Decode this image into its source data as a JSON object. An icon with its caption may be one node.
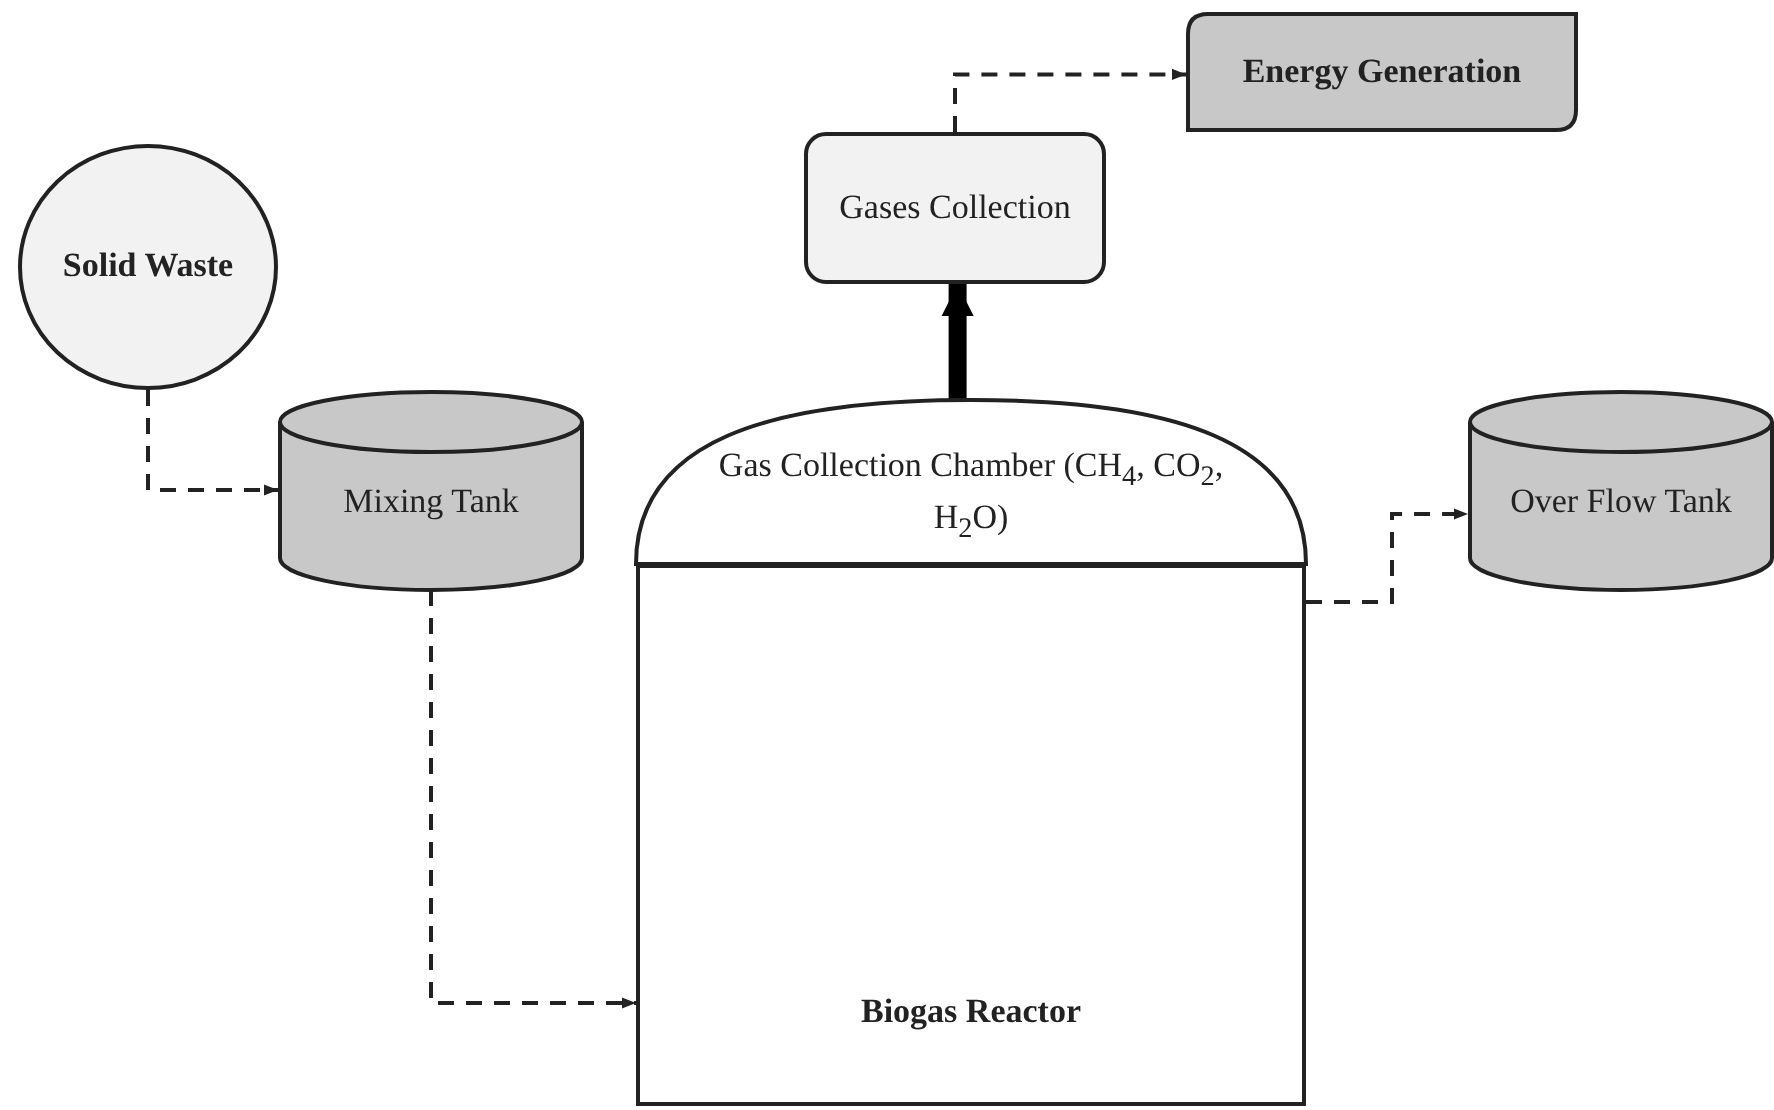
{
  "diagram": {
    "nodes": [
      {
        "text": [
          "Solid Waste"
        ]
      },
      {
        "text": [
          "Mixing Tank"
        ]
      },
      {
        "text": [
          "Gases Collection"
        ]
      },
      {
        "text": [
          "Energy Generation"
        ]
      },
      {
        "text": [
          "Gas Collection Chamber (CH$_{4}$, CO$_{2}$, H$_{2}$O)"
        ]
      },
      {
        "text": [
          "Over Flow Tank"
        ]
      },
      {
        "text": [
          "Biogas Reactor"
        ]
      }
    ],
    "edges": [
      {
        "from": 0,
        "to": 1,
        "arrow": "to",
        "style": "dashed"
      },
      {
        "from": 1,
        "to": 6,
        "arrow": "to",
        "style": "dashed"
      },
      {
        "from": 6,
        "to": 5,
        "arrow": "to",
        "style": "dashed"
      },
      {
        "from": 4,
        "to": 2,
        "arrow": "to",
        "style": "thick"
      },
      {
        "from": 2,
        "to": 3,
        "arrow": "to",
        "style": "dashed"
      }
    ]
  }
}
